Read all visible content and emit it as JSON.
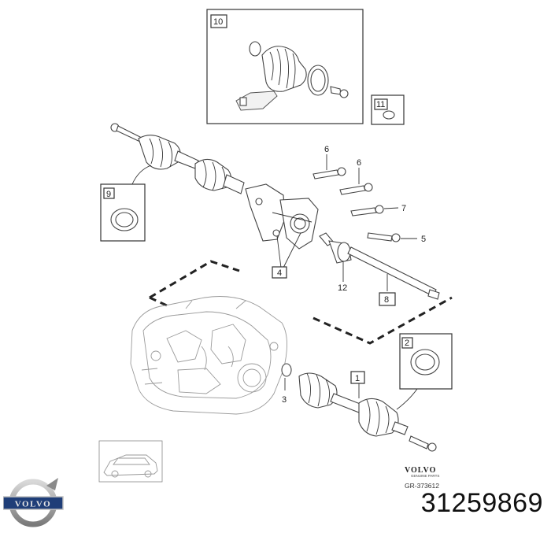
{
  "callouts": {
    "c1": "1",
    "c2": "2",
    "c3": "3",
    "c4": "4",
    "c5": "5",
    "c6a": "6",
    "c6b": "6",
    "c7": "7",
    "c8": "8",
    "c9": "9",
    "c10": "10",
    "c11": "11",
    "c12": "12"
  },
  "footer": {
    "brand": "VOLVO",
    "brand_sub": "GENUINE PARTS",
    "reference": "GR-373612"
  },
  "logo": {
    "text": "VOLVO"
  },
  "part_number": "31259869"
}
